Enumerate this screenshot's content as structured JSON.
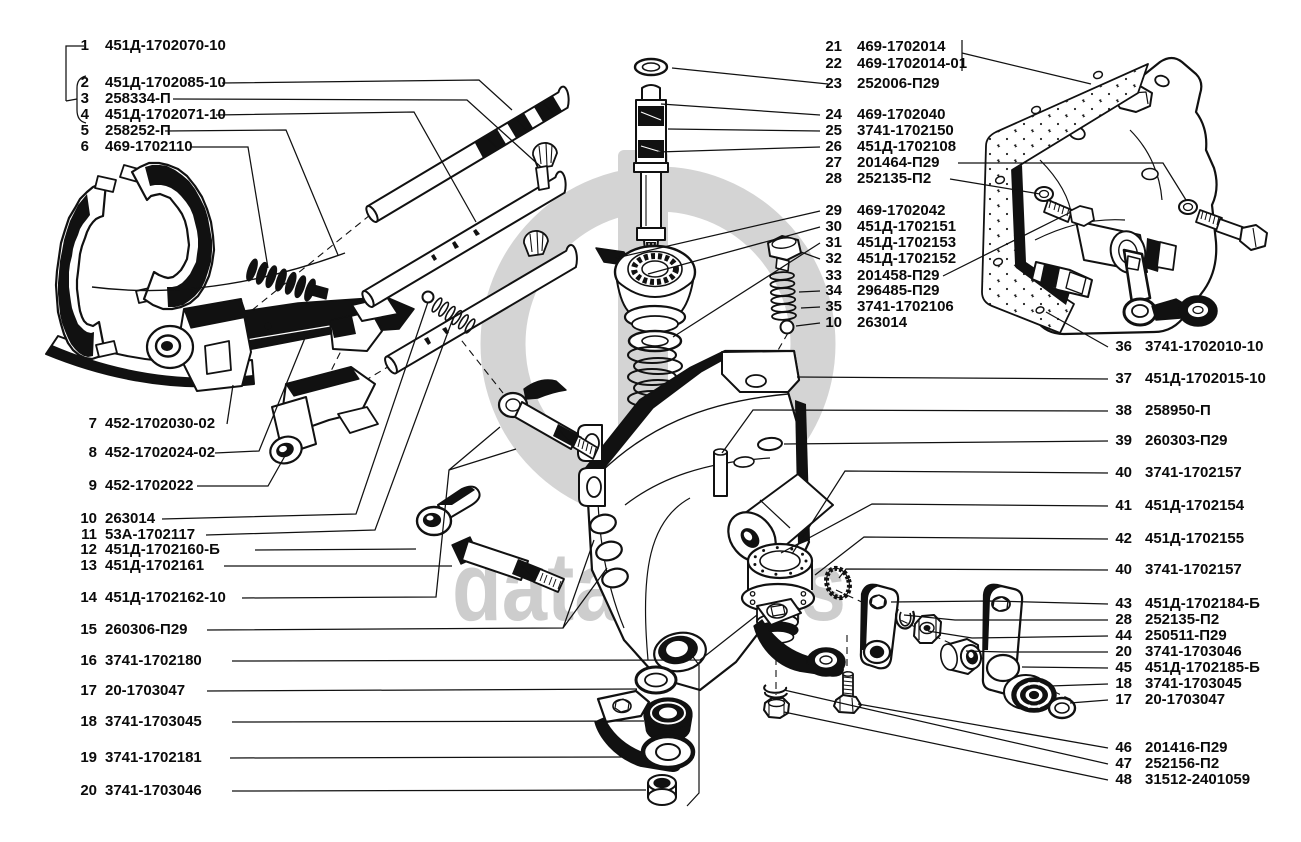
{
  "watermark": {
    "text": "data-parts",
    "color": "#c9c9c9"
  },
  "callouts": {
    "left": [
      {
        "num": "1",
        "code": "451Д-1702070-10"
      },
      {
        "num": "2",
        "code": "451Д-1702085-10"
      },
      {
        "num": "3",
        "code": "258334-П"
      },
      {
        "num": "4",
        "code": "451Д-1702071-10"
      },
      {
        "num": "5",
        "code": "258252-П"
      },
      {
        "num": "6",
        "code": "469-1702110"
      },
      {
        "num": "7",
        "code": "452-1702030-02"
      },
      {
        "num": "8",
        "code": "452-1702024-02"
      },
      {
        "num": "9",
        "code": "452-1702022"
      },
      {
        "num": "10",
        "code": "263014"
      },
      {
        "num": "11",
        "code": "53А-1702117"
      },
      {
        "num": "12",
        "code": "451Д-1702160-Б"
      },
      {
        "num": "13",
        "code": "451Д-1702161"
      },
      {
        "num": "14",
        "code": "451Д-1702162-10"
      },
      {
        "num": "15",
        "code": "260306-П29"
      },
      {
        "num": "16",
        "code": "3741-1702180"
      },
      {
        "num": "17",
        "code": "20-1703047"
      },
      {
        "num": "18",
        "code": "3741-1703045"
      },
      {
        "num": "19",
        "code": "3741-1702181"
      },
      {
        "num": "20",
        "code": "3741-1703046"
      }
    ],
    "right_upper": [
      {
        "num": "21",
        "code": "469-1702014"
      },
      {
        "num": "22",
        "code": "469-1702014-01"
      },
      {
        "num": "23",
        "code": "252006-П29"
      },
      {
        "num": "24",
        "code": "469-1702040"
      },
      {
        "num": "25",
        "code": "3741-1702150"
      },
      {
        "num": "26",
        "code": "451Д-1702108"
      },
      {
        "num": "27",
        "code": "201464-П29"
      },
      {
        "num": "28",
        "code": "252135-П2"
      },
      {
        "num": "29",
        "code": "469-1702042"
      },
      {
        "num": "30",
        "code": "451Д-1702151"
      },
      {
        "num": "31",
        "code": "451Д-1702153"
      },
      {
        "num": "32",
        "code": "451Д-1702152"
      },
      {
        "num": "33",
        "code": "201458-П29"
      },
      {
        "num": "34",
        "code": "296485-П29"
      },
      {
        "num": "35",
        "code": "3741-1702106"
      },
      {
        "num": "10",
        "code": "263014"
      }
    ],
    "right_lower": [
      {
        "num": "36",
        "code": "3741-1702010-10"
      },
      {
        "num": "37",
        "code": "451Д-1702015-10"
      },
      {
        "num": "38",
        "code": "258950-П"
      },
      {
        "num": "39",
        "code": "260303-П29"
      },
      {
        "num": "40",
        "code": "3741-1702157"
      },
      {
        "num": "41",
        "code": "451Д-1702154"
      },
      {
        "num": "42",
        "code": "451Д-1702155"
      },
      {
        "num": "40",
        "code": "3741-1702157"
      },
      {
        "num": "43",
        "code": "451Д-1702184-Б"
      },
      {
        "num": "28",
        "code": "252135-П2"
      },
      {
        "num": "44",
        "code": "250511-П29"
      },
      {
        "num": "20",
        "code": "3741-1703046"
      },
      {
        "num": "45",
        "code": "451Д-1702185-Б"
      },
      {
        "num": "18",
        "code": "3741-1703045"
      },
      {
        "num": "17",
        "code": "20-1703047"
      },
      {
        "num": "46",
        "code": "201416-П29"
      },
      {
        "num": "47",
        "code": "252156-П2"
      },
      {
        "num": "48",
        "code": "31512-2401059"
      }
    ]
  }
}
